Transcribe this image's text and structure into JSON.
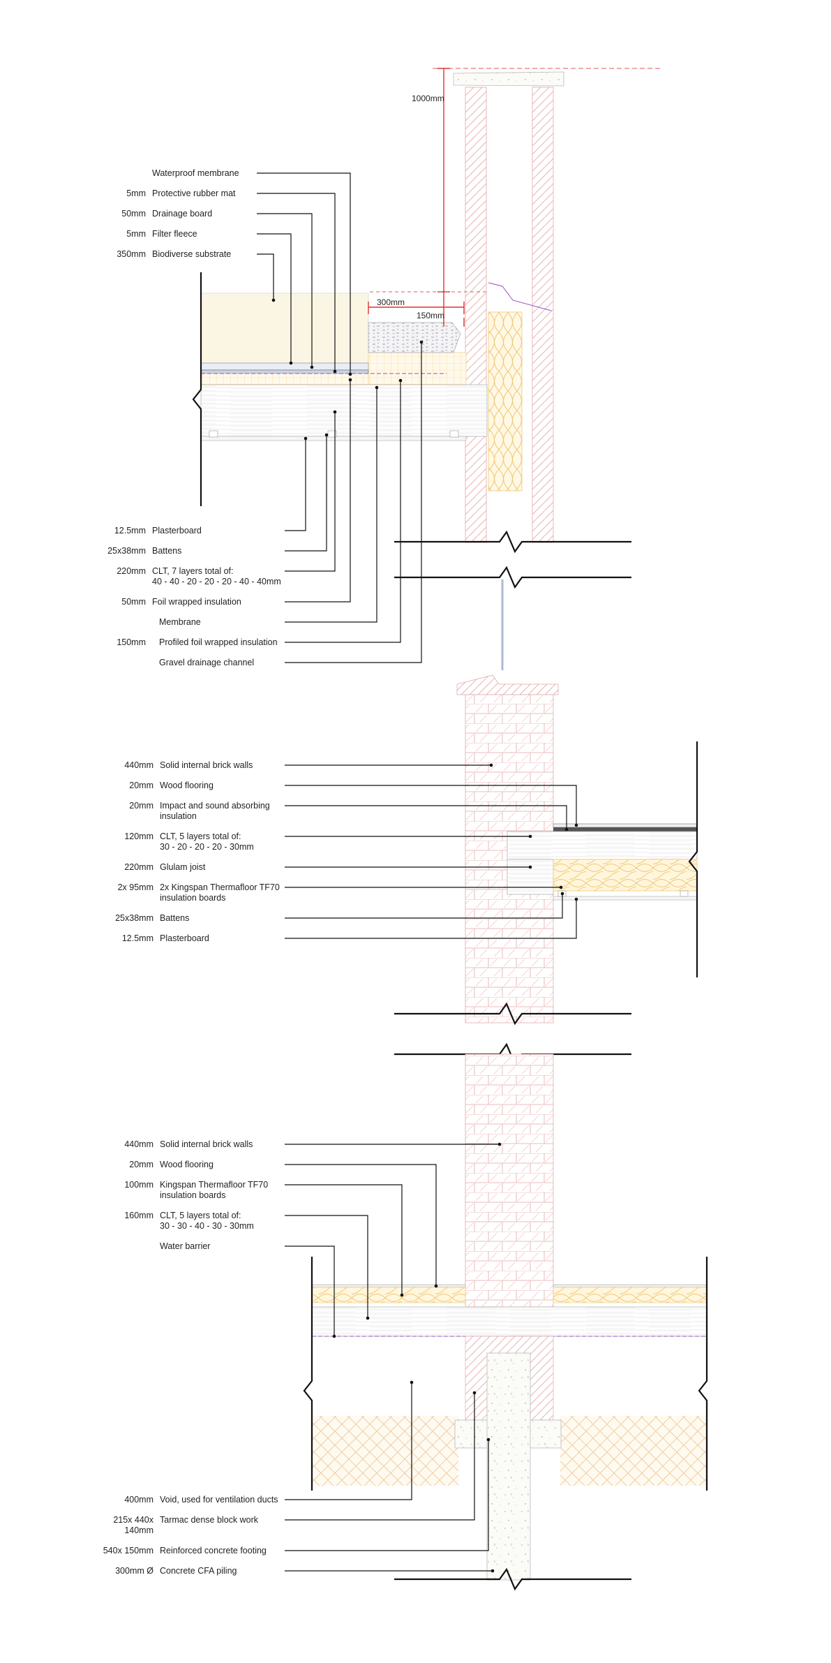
{
  "roof": {
    "dims": {
      "parapet_height": "1000mm",
      "drain_width": "300mm",
      "upstand": "150mm"
    },
    "labels_top": [
      {
        "size": "",
        "text": "Waterproof membrane"
      },
      {
        "size": "5mm",
        "text": "Protective rubber mat"
      },
      {
        "size": "50mm",
        "text": "Drainage board"
      },
      {
        "size": "5mm",
        "text": "Filter fleece"
      },
      {
        "size": "350mm",
        "text": "Biodiverse substrate"
      }
    ],
    "labels_bottom": [
      {
        "size": "12.5mm",
        "text": "Plasterboard",
        "text2": ""
      },
      {
        "size": "25x38mm",
        "text": "Battens",
        "text2": ""
      },
      {
        "size": "220mm",
        "text": "CLT, 7 layers total of:",
        "text2": "40 - 40 - 20 - 20 - 20 - 40 - 40mm"
      },
      {
        "size": "50mm",
        "text": "Foil wrapped insulation",
        "text2": ""
      },
      {
        "size": "",
        "text": "Membrane",
        "text2": ""
      },
      {
        "size": "150mm",
        "text": "Profiled foil wrapped insulation",
        "text2": ""
      },
      {
        "size": "",
        "text": "Gravel drainage channel",
        "text2": ""
      }
    ]
  },
  "floor": {
    "labels": [
      {
        "size": "440mm",
        "text": "Solid internal brick walls",
        "text2": ""
      },
      {
        "size": "20mm",
        "text": "Wood flooring",
        "text2": ""
      },
      {
        "size": "20mm",
        "text": "Impact and sound absorbing",
        "text2": "insulation"
      },
      {
        "size": "120mm",
        "text": "CLT, 5 layers total of:",
        "text2": "30 - 20 - 20 - 20 - 30mm"
      },
      {
        "size": "220mm",
        "text": "Glulam joist",
        "text2": ""
      },
      {
        "size": "2x 95mm",
        "text": "2x Kingspan Thermafloor TF70",
        "text2": "insulation boards"
      },
      {
        "size": "25x38mm",
        "text": "Battens",
        "text2": ""
      },
      {
        "size": "12.5mm",
        "text": "Plasterboard",
        "text2": ""
      }
    ]
  },
  "ground": {
    "labels_top": [
      {
        "size": "440mm",
        "text": "Solid internal brick walls",
        "text2": ""
      },
      {
        "size": "20mm",
        "text": "Wood flooring",
        "text2": ""
      },
      {
        "size": "100mm",
        "text": "Kingspan Thermafloor TF70",
        "text2": "insulation boards"
      },
      {
        "size": "160mm",
        "text": "CLT, 5 layers total of:",
        "text2": "30 - 30 - 40 - 30 - 30mm"
      },
      {
        "size": "",
        "text": "Water barrier",
        "text2": ""
      }
    ],
    "labels_bottom": [
      {
        "size": "400mm",
        "text": "Void, used for ventilation ducts",
        "text2": ""
      },
      {
        "size": "215x 440x",
        "text": "Tarmac dense block work",
        "text2": "",
        "size2": "140mm"
      },
      {
        "size": "540x 150mm",
        "text": "Reinforced concrete footing",
        "text2": ""
      },
      {
        "size": "300mm Ø",
        "text": "Concrete CFA piling",
        "text2": ""
      }
    ]
  },
  "colors": {
    "brick": "#e3a8a8",
    "insulation": "#f0c878",
    "substrate": "#fbf6e4",
    "dimension": "#e03030",
    "membrane": "#9a4fc0"
  }
}
